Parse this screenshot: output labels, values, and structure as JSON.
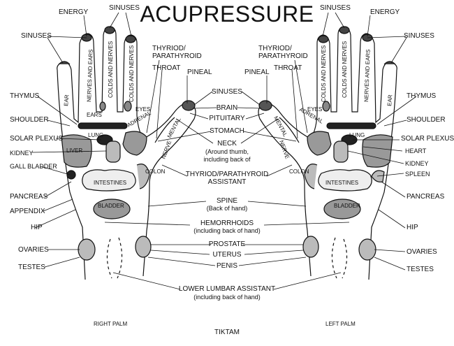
{
  "title": "ACUPRESSURE",
  "footer": {
    "right_palm": "RIGHT PALM",
    "left_palm": "LEFT PALM",
    "credit": "TIKTAM"
  },
  "labels": {
    "energy": "ENERGY",
    "sinuses": "SINUSES",
    "thyroid_parathyroid": "THYRIOD/\nPARATHYROID",
    "throat": "THROAT",
    "pineal": "PINEAL",
    "thymus": "THYMUS",
    "shoulder": "SHOULDER",
    "solar_plexus": "SOLAR PLEXUS",
    "kidney": "KIDNEY",
    "gall_bladder": "GALL BLADDER",
    "pancreas": "PANCREAS",
    "appendix": "APPENDIX",
    "hip": "HIP",
    "ovaries": "OVARIES",
    "testes": "TESTES",
    "brain": "BRAIN",
    "pituitary": "PITUITARY",
    "stomach": "STOMACH",
    "neck": "NECK",
    "neck_note": "(Around thumb,\nincluding back of",
    "thyroid_assistant": "THYRIOD/PARATHYROID\nASSISTANT",
    "spine": "SPINE",
    "spine_note": "(Back of hand)",
    "hemorrhoids": "HEMORRHOIDS",
    "hemorrhoids_note": "(including back of  hand)",
    "prostate": "PROSTATE",
    "uterus": "UTERUS",
    "penis": "PENIS",
    "lower_lumbar": "LOWER LUMBAR ASSISTANT",
    "lower_lumbar_note": "(including back of  hand)",
    "heart": "HEART",
    "spleen": "SPLEEN"
  },
  "hand_labels": {
    "ear": "EAR",
    "nerves_and_ears": "NERVES AND EARS",
    "colds_and_nerves": "COLDS AND NERVES",
    "ears": "EARS",
    "eyes": "EYES",
    "lung": "LUNG",
    "adrenal": "ADRENAL",
    "liver": "LIVER",
    "mental": "MENTAL",
    "nerve": "NERVE",
    "colon": "COLON",
    "intestines": "INTESTINES",
    "bladder": "BLADDER"
  }
}
